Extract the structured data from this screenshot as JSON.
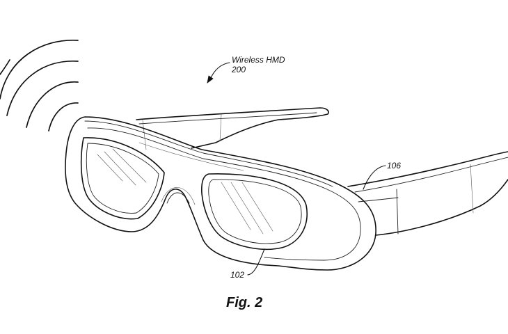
{
  "labels": {
    "device_name": "Wireless HMD",
    "device_ref": "200",
    "temple_ref": "106",
    "lens_ref": "102"
  },
  "caption": "Fig. 2",
  "colors": {
    "line": "#111111",
    "background": "#ffffff"
  },
  "icons": {
    "wireless_signal": "wireless-signal-icon",
    "pointer_arrow": "leader-arrow-icon"
  }
}
